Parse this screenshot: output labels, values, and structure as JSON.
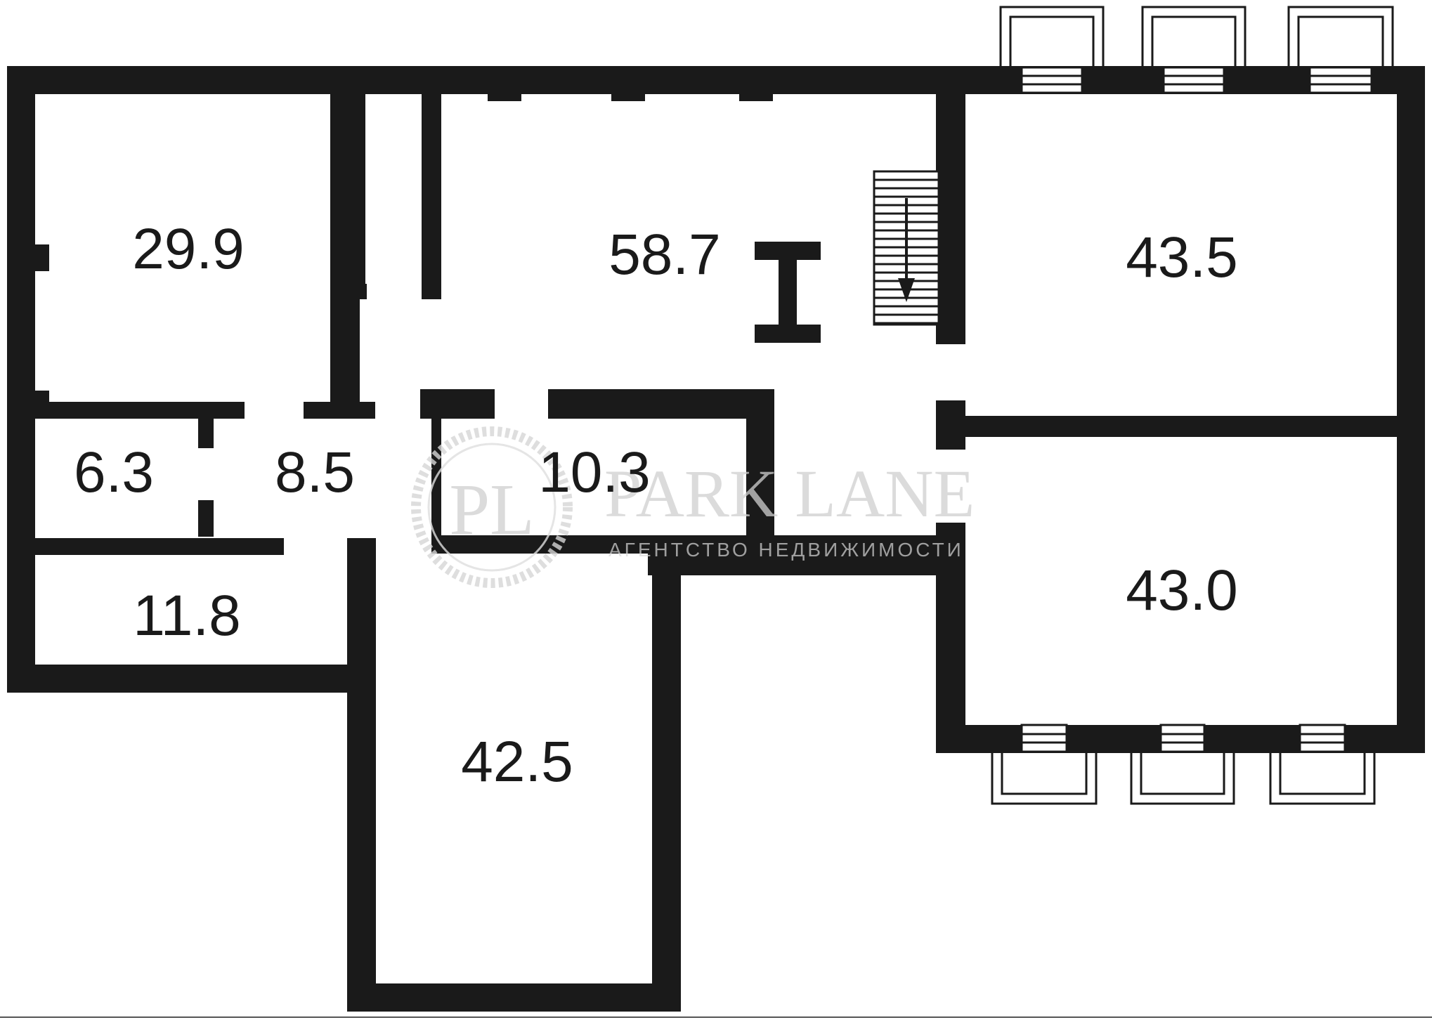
{
  "plan": {
    "rooms": [
      {
        "id": "room-29-9",
        "area": "29.9"
      },
      {
        "id": "room-58-7",
        "area": "58.7"
      },
      {
        "id": "room-43-5",
        "area": "43.5"
      },
      {
        "id": "room-6-3",
        "area": "6.3"
      },
      {
        "id": "room-8-5",
        "area": "8.5"
      },
      {
        "id": "room-10-3",
        "area": "10.3"
      },
      {
        "id": "room-43-0",
        "area": "43.0"
      },
      {
        "id": "room-11-8",
        "area": "11.8"
      },
      {
        "id": "room-42-5",
        "area": "42.5"
      }
    ],
    "colors": {
      "wall": "#1a1a1a",
      "background": "#ffffff",
      "watermark": "#d0d0d0"
    }
  },
  "watermark": {
    "monogram": "PL",
    "brand": "PARK LANE",
    "subtitle": "АГЕНТСТВО НЕДВИЖИМОСТИ"
  }
}
